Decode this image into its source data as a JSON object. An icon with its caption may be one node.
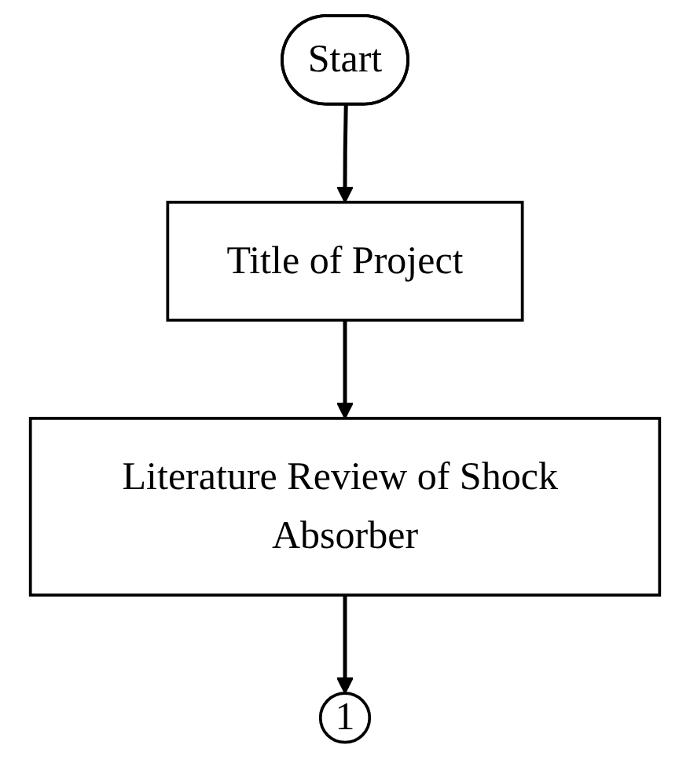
{
  "diagram": {
    "nodes": [
      {
        "text": [
          "Start"
        ]
      },
      {
        "text": [
          "Title of Project"
        ]
      },
      {
        "text": [
          "Literature Review of Shock Absorber"
        ]
      },
      {
        "text": [
          "1"
        ]
      }
    ],
    "edges": [
      {
        "from": 0,
        "to": 1,
        "arrow": "to"
      },
      {
        "from": 1,
        "to": 2,
        "arrow": "to"
      },
      {
        "from": 2,
        "to": 3,
        "arrow": "to"
      }
    ]
  }
}
